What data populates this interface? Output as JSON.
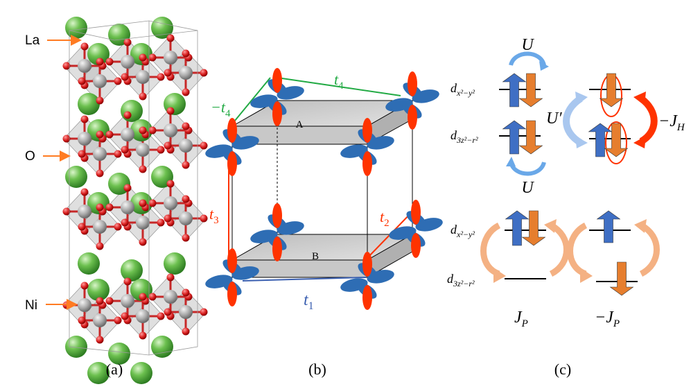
{
  "panel_a": {
    "caption": "(a)",
    "labels": {
      "la": "La",
      "o": "O",
      "ni": "Ni"
    }
  },
  "panel_b": {
    "caption": "(b)",
    "layer_top": "A",
    "layer_bottom": "B",
    "hoppings": {
      "t1": "t",
      "t1_sub": "1",
      "t2": "t",
      "t2_sub": "2",
      "t3": "t",
      "t3_sub": "3",
      "t4": "t",
      "t4_sub": "4",
      "neg_t4": "−t",
      "neg_t4_sub": "4"
    }
  },
  "panel_c": {
    "caption": "(c)",
    "orbital_x2y2": "d",
    "orbital_x2y2_sub": "x²−y²",
    "orbital_3z2r2": "d",
    "orbital_3z2r2_sub": "3z²−r²",
    "U_top": "U",
    "U_bottom": "U",
    "U_prime": "U′",
    "neg_JH": "−J",
    "neg_JH_sub": "H",
    "JP": "J",
    "JP_sub": "P",
    "neg_JP": "−J",
    "neg_JP_sub": "P"
  },
  "colors": {
    "la_atom": "#4caf50",
    "ni_atom": "#9e9e9e",
    "o_atom": "#d32f2f",
    "orbital_blue": "#2e6db4",
    "orbital_red": "#ff3300",
    "spin_up": "#3f6fc4",
    "spin_down": "#e67e2e",
    "t1_color": "#3a5fb0",
    "t2_t3_color": "#ff3300",
    "t4_color": "#22aa44",
    "label_arrow": "#ff7b22",
    "exchange_light": "#f4b183",
    "hund_arrow": "#ff3300",
    "U_arrow": "#6aa8e8"
  }
}
